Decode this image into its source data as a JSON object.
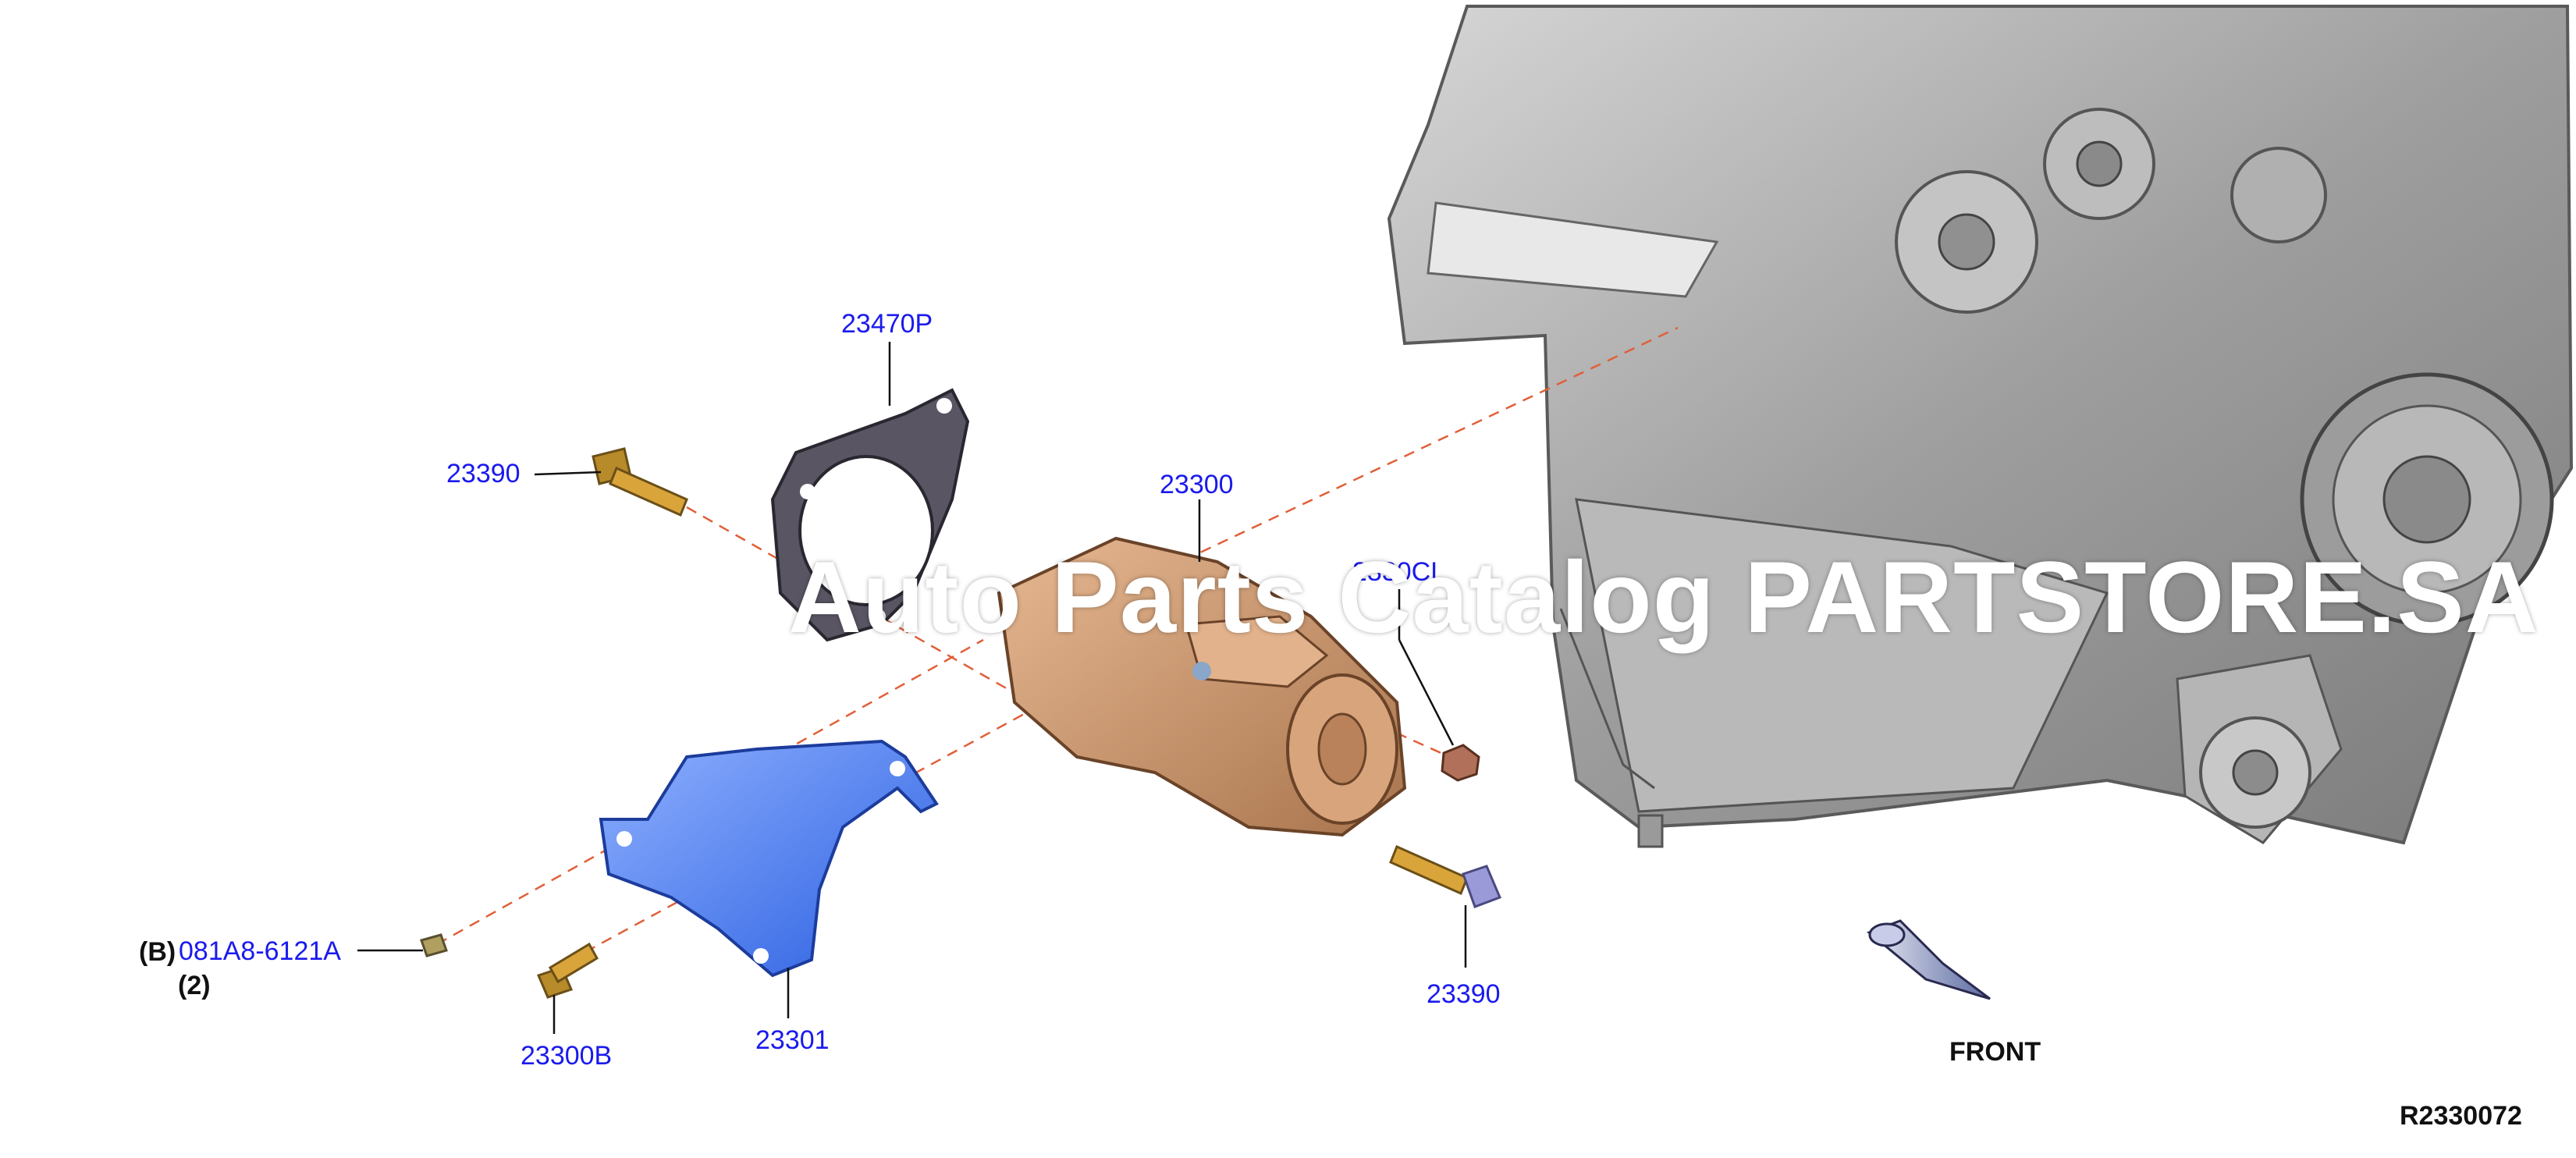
{
  "labels": {
    "gasket": "23470P",
    "bolt_upper_left": "23390",
    "starter": "23300",
    "nut": "2330CL",
    "bolt_lower_right": "23390",
    "bracket": "23301",
    "bracket_bolt": "23300B",
    "small_bolt_part": "081A8-6121A",
    "small_bolt_ref": "(B)",
    "small_bolt_qty": "(2)"
  },
  "front_label": "FRONT",
  "diagram_id": "R2330072",
  "watermark": "Auto Parts Catalog PARTSTORE.SA",
  "colors": {
    "label_blue": "#1a1aee",
    "starter": "#c9926b",
    "bracket": "#4a7cf0",
    "gasket": "#5a5563",
    "bolt": "#d9a43a",
    "engine": "#a9a9a9",
    "leader_dashed": "#e0603a"
  }
}
